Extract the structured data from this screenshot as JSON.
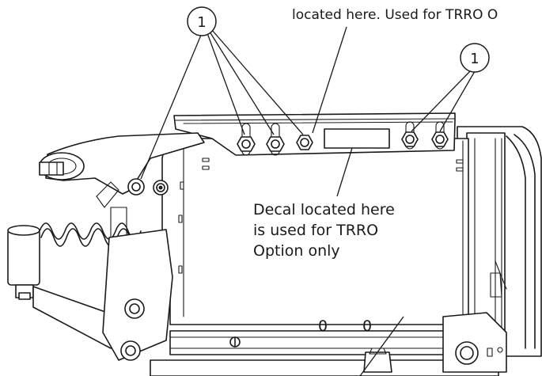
{
  "callouts": {
    "top_text": "located here. Used for TRRO O",
    "balloon_left_number": "1",
    "balloon_right_number": "1"
  },
  "decal_note": {
    "line1": "Decal located here",
    "line2": "is used for TRRO",
    "line3": "Option only"
  },
  "frame_marks": {
    "mark_left": "0",
    "mark_right": "0"
  }
}
